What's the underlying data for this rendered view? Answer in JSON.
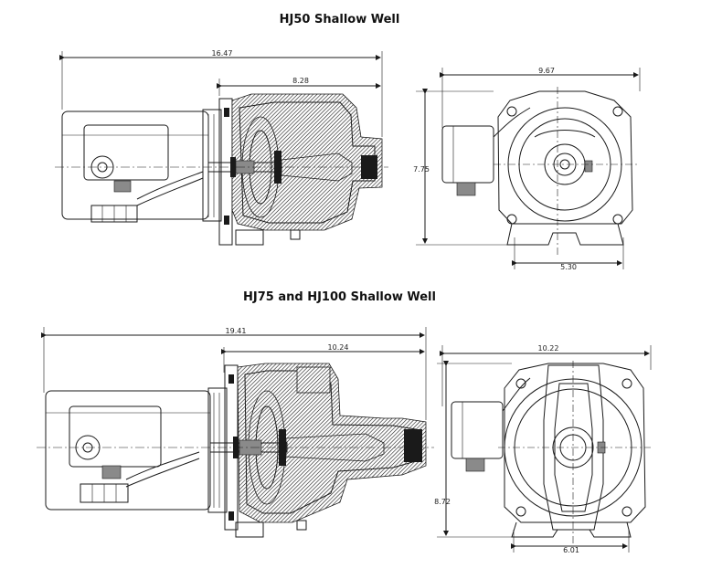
{
  "diagrams": [
    {
      "title": "HJ50 Shallow Well",
      "side_view": {
        "overall_length": "16.47",
        "pump_length": "8.28"
      },
      "end_view": {
        "width": "9.67",
        "height": "7.75",
        "base_width": "5.30"
      }
    },
    {
      "title": "HJ75 and HJ100 Shallow Well",
      "side_view": {
        "overall_length": "19.41",
        "pump_length": "10.24"
      },
      "end_view": {
        "width": "10.22",
        "height": "8.72",
        "base_width": "6.01"
      }
    }
  ]
}
